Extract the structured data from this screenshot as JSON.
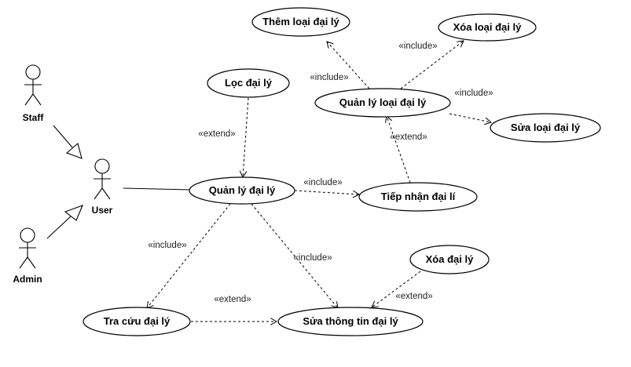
{
  "actors": {
    "staff": "Staff",
    "admin": "Admin",
    "user": "User"
  },
  "use_cases": {
    "them_loai": "Thêm loại đại lý",
    "xoa_loai": "Xóa loại đại lý",
    "loc": "Lọc đại lý",
    "quan_ly_loai": "Quản lý loại đại lý",
    "sua_loai": "Sửa loại đại lý",
    "quan_ly": "Quản lý đại lý",
    "tiep_nhan": "Tiếp nhận đại lí",
    "xoa": "Xóa đại lý",
    "tra_cuu": "Tra cứu đại lý",
    "sua_thong_tin": "Sửa thông tin đại lý"
  },
  "stereotypes": {
    "include": "«include»",
    "extend": "«extend»"
  }
}
